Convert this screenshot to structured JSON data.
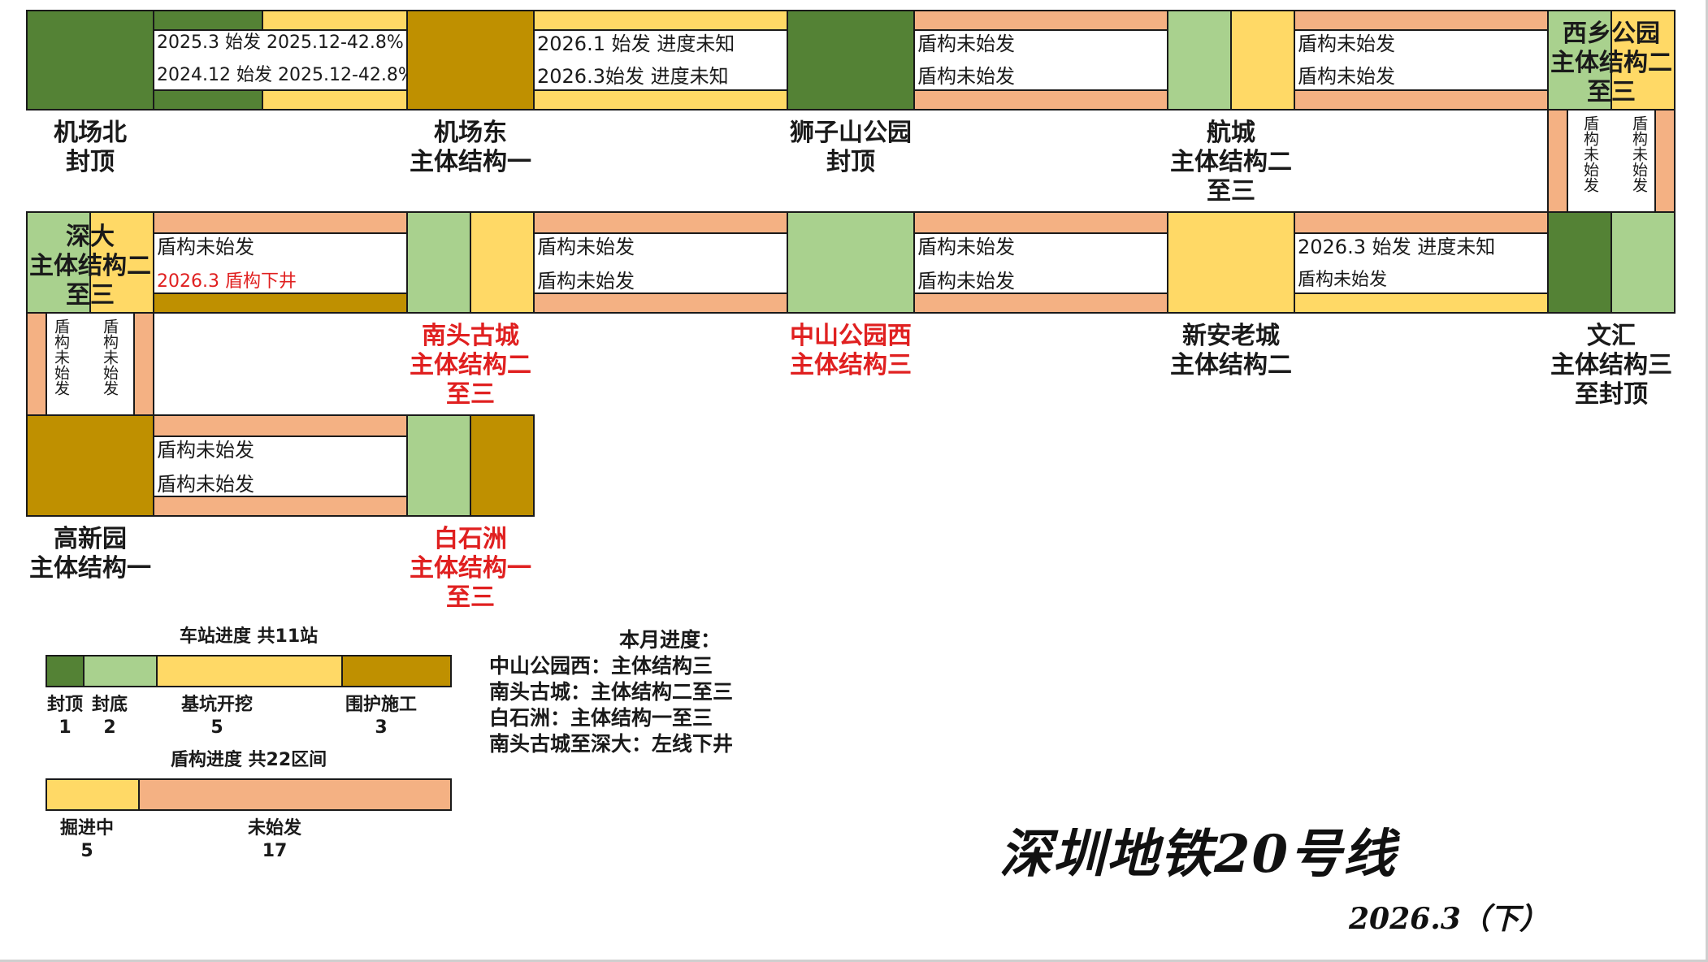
{
  "title": "深圳地铁20号线",
  "date": "2026.3（下）",
  "colors": {
    "capped": "#548235",
    "base_sealed": "#a9d18e",
    "excavation": "#ffd966",
    "retaining": "#bf9000",
    "shield_active": "#ffd966",
    "shield_pending": "#f4b183",
    "highlight_text": "#e02020"
  },
  "stations": [
    {
      "name": "机场北",
      "status": "封顶"
    },
    {
      "name": "机场东",
      "status": "主体结构一"
    },
    {
      "name": "狮子山公园",
      "status": "封顶"
    },
    {
      "name": "航城",
      "status": "主体结构二",
      "status2": "至三"
    },
    {
      "name": "西乡公园",
      "status": "主体结构二",
      "status2": "至三"
    },
    {
      "name": "深大",
      "status": "主体结构二",
      "status2": "至三"
    },
    {
      "name": "南头古城",
      "status": "主体结构二",
      "status2": "至三"
    },
    {
      "name": "中山公园西",
      "status": "主体结构三"
    },
    {
      "name": "新安老城",
      "status": "主体结构二"
    },
    {
      "name": "文汇",
      "status": "主体结构三",
      "status2": "至封顶"
    },
    {
      "name": "高新园",
      "status": "主体结构一"
    },
    {
      "name": "白石洲",
      "status": "主体结构一",
      "status2": "至三"
    }
  ],
  "sections": {
    "s1": {
      "upper": "2025.3 始发 2025.12-42.8%",
      "lower": "2024.12 始发 2025.12-42.8%"
    },
    "s2": {
      "upper": "2026.1 始发 进度未知",
      "lower": "2026.3始发 进度未知"
    },
    "s3": {
      "upper": "盾构未始发",
      "lower": "盾构未始发"
    },
    "s4": {
      "upper": "盾构未始发",
      "lower": "盾构未始发"
    },
    "s5": {
      "left": "盾构未始发",
      "right": "盾构未始发"
    },
    "s6": {
      "upper": "2026.3 始发 进度未知",
      "lower": "盾构未始发"
    },
    "s7": {
      "upper": "盾构未始发",
      "lower": "盾构未始发"
    },
    "s8": {
      "upper": "盾构未始发",
      "lower": "盾构未始发"
    },
    "s9": {
      "upper": "盾构未始发",
      "lower": "2026.3 盾构下井"
    },
    "s10": {
      "left": "盾构未始发",
      "right": "盾构未始发"
    },
    "s11": {
      "upper": "盾构未始发",
      "lower": "盾构未始发"
    }
  },
  "legend_station": {
    "title": "车站进度 共11站",
    "items": [
      {
        "label": "封顶",
        "count": "1"
      },
      {
        "label": "封底",
        "count": "2"
      },
      {
        "label": "基坑开挖",
        "count": "5"
      },
      {
        "label": "围护施工",
        "count": "3"
      }
    ]
  },
  "legend_shield": {
    "title": "盾构进度 共22区间",
    "items": [
      {
        "label": "掘进中",
        "count": "5"
      },
      {
        "label": "未始发",
        "count": "17"
      }
    ]
  },
  "monthly": {
    "title": "本月进度：",
    "lines": [
      "中山公园西：主体结构三",
      "南头古城：主体结构二至三",
      "白石洲：主体结构一至三",
      "南头古城至深大：左线下井"
    ]
  }
}
